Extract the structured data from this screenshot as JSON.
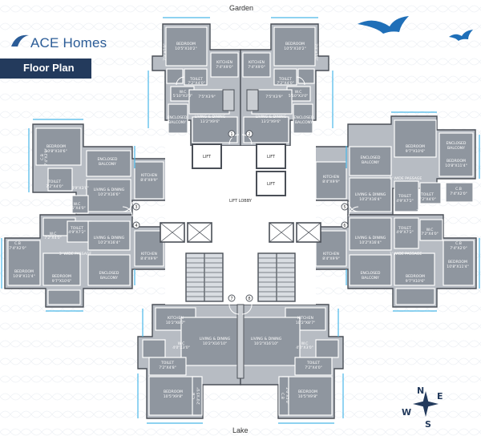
{
  "brand": {
    "name": "ACE Homes",
    "accent": "#2b5c97"
  },
  "banner": {
    "title": "Floor Plan",
    "bg": "#233a5c"
  },
  "orientation": {
    "top": "Garden",
    "bottom": "Lake"
  },
  "compass": {
    "letters": [
      "N",
      "E",
      "S",
      "W"
    ]
  },
  "common": {
    "lift_lobby": "LIFT LOBBY",
    "lift": "LIFT"
  },
  "units": {
    "top_left": {
      "bedroom": [
        "BEDROOM",
        "10'5\"X10'2\""
      ],
      "cb": [
        "C.B",
        "2'0\"X5'0\""
      ],
      "kitchen": [
        "KITCHEN",
        "7'4\"X9'0\""
      ],
      "toilet": [
        "TOILET",
        "7'2\"X4'0\""
      ],
      "wc": [
        "W.C",
        "5'10\"X3'0\""
      ],
      "passage": [
        "7'5\"X3'9\""
      ],
      "living": [
        "LIVING & DINING",
        "13'2\"X9'6\""
      ],
      "balcony": [
        "ENCLOSED",
        "BALCONY"
      ]
    },
    "top_right": {
      "bedroom": [
        "BEDROOM",
        "10'5\"X10'2\""
      ],
      "cb": [
        "C.B",
        "2'0\"X5'0\""
      ],
      "kitchen": [
        "KITCHEN",
        "7'4\"X9'0\""
      ],
      "toilet": [
        "TOILET",
        "7'2\"X4'0\""
      ],
      "wc": [
        "W.C",
        "5'10\"X3'0\""
      ],
      "passage": [
        "7'5\"X3'9\""
      ],
      "living": [
        "LIVING & DINING",
        "13'2\"X9'6\""
      ],
      "balcony": [
        "ENCLOSED",
        "BALCONY"
      ]
    },
    "left_upper": {
      "bedroom": [
        "BEDROOM",
        "10'8\"X10'6\""
      ],
      "cb": [
        "C.B",
        "7'4\"X2'0\""
      ],
      "balcony": [
        "ENCLOSED",
        "BALCONY"
      ],
      "kitchen": [
        "KITCHEN",
        "8'4\"X9'9\""
      ],
      "toilet": [
        "TOILET",
        "7'2\"X4'0\""
      ],
      "passage": [
        "4'9\"X3'0\""
      ],
      "living": [
        "LIVING & DINING",
        "10'2\"X16'6\""
      ],
      "wc": [
        "W.C",
        "4'5\"X4'0\""
      ]
    },
    "left_lower": {
      "toilet": [
        "TOILET",
        "4'9\"X7'2\""
      ],
      "wc": [
        "W.C",
        "7'2\"X4'0\""
      ],
      "living": [
        "LIVING & DINING",
        "10'2\"X16'4\""
      ],
      "kitchen": [
        "KITCHEN",
        "8'4\"X9'9\""
      ],
      "passage": [
        "3' WIDE PASSAGE"
      ],
      "cb": [
        "C.B",
        "7'4\"X2'0\""
      ],
      "bedroom": [
        "BEDROOM",
        "10'8\"X11'4\""
      ],
      "bedroom2": [
        "BEDROOM",
        "9'7\"X10'6\""
      ],
      "balcony": [
        "ENCLOSED",
        "BALCONY"
      ]
    },
    "right_upper": {
      "balcony_top": [
        "ENCLOSED",
        "BALCONY"
      ],
      "bedroom": [
        "BEDROOM",
        "9'7\"X10'6\""
      ],
      "balcony_side": [
        "ENCLOSED",
        "BALCONY"
      ],
      "bedroom2": [
        "BEDROOM",
        "10'8\"X11'4\""
      ],
      "passage": [
        "3' WIDE PASSAGE"
      ],
      "kitchen": [
        "KITCHEN",
        "8'4\"X9'9\""
      ],
      "living": [
        "LIVING & DINING",
        "10'2\"X16'4\""
      ],
      "toilet": [
        "TOILET",
        "4'9\"X7'2\""
      ],
      "toilet2": [
        "TOILET",
        "7'2\"X4'0\""
      ],
      "cb": [
        "C.B",
        "7'4\"X2'0\""
      ],
      "wc": [
        "W.C",
        "7'2\"X4'0\""
      ]
    },
    "right_lower": {
      "kitchen": [
        "KITCHEN",
        "8'4\"X9'9\""
      ],
      "living": [
        "LIVING & DINING",
        "10'2\"X16'4\""
      ],
      "toilet": [
        "TOILET",
        "4'9\"X7'2\""
      ],
      "wc": [
        "W.C",
        "7'2\"X4'0\""
      ],
      "cb": [
        "C.B",
        "7'4\"X2'0\""
      ],
      "bedroom": [
        "BEDROOM",
        "10'8\"X11'4\""
      ],
      "passage": [
        "3' WIDE PASSAGE"
      ],
      "balcony": [
        "ENCLOSED",
        "BALCONY"
      ],
      "bedroom2": [
        "BEDROOM",
        "9'7\"X10'6\""
      ]
    },
    "bottom_left": {
      "kitchen": [
        "KITCHEN",
        "10'2\"X8'7\""
      ],
      "living": [
        "LIVING & DINING",
        "10'2\"X16'10\""
      ],
      "wc": [
        "W.C",
        "4'0\"X3'0\""
      ],
      "toilet": [
        "TOILET",
        "7'2\"X4'8\""
      ],
      "bedroom": [
        "BEDROOM",
        "10'5\"X9'8\""
      ],
      "cb": [
        "C.B",
        "2'0\"X5'0\""
      ]
    },
    "bottom_right": {
      "kitchen": [
        "KITCHEN",
        "10'2\"X8'7\""
      ],
      "living": [
        "LIVING & DINING",
        "10'2\"X16'10\""
      ],
      "wc": [
        "W.C",
        "4'0\"X3'0\""
      ],
      "toilet": [
        "TOILET",
        "7'2\"X4'0\""
      ],
      "bedroom": [
        "BEDROOM",
        "10'5\"X9'8\""
      ],
      "cb": [
        "C.B",
        "2'0\"X5'0\""
      ]
    }
  },
  "stair_marks": [
    "1",
    "2",
    "3",
    "4",
    "5",
    "6",
    "7",
    "8"
  ]
}
